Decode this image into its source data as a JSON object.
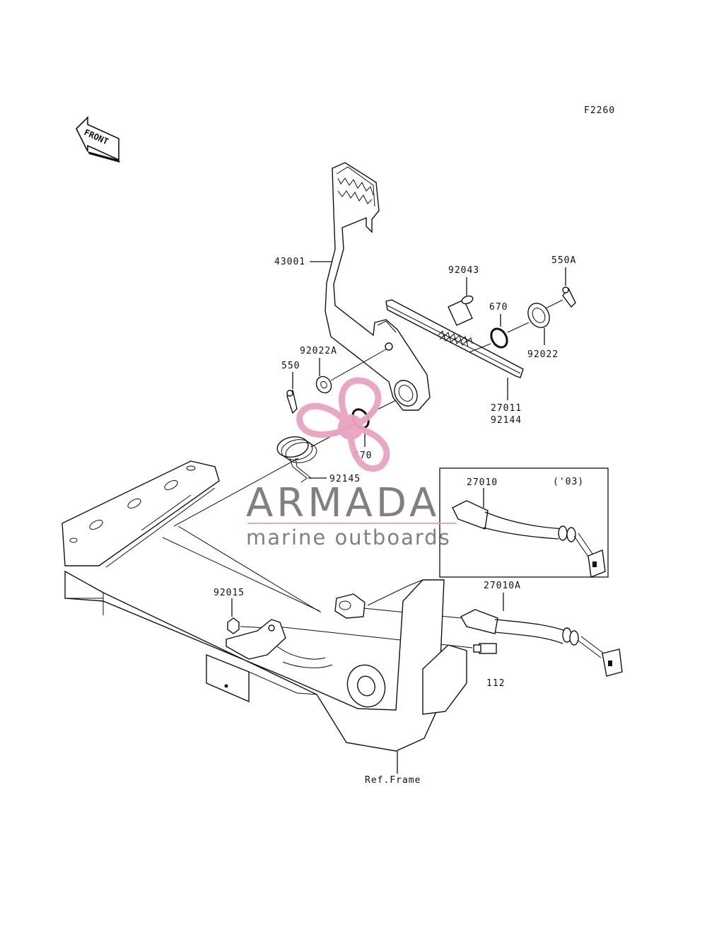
{
  "diagram_code": "F2260",
  "front_arrow": {
    "label": "FRONT",
    "icon": "front-arrow-icon"
  },
  "parts": {
    "p43001": "43001",
    "p92043": "92043",
    "p550A": "550A",
    "p670_top": "670",
    "p92022": "92022",
    "p92022A": "92022A",
    "p550": "550",
    "p27011": "27011",
    "p92144": "92144",
    "p670_bottom": "670",
    "p92145": "92145",
    "p27010": "27010",
    "p27010A": "27010A",
    "p92015": "92015",
    "p112": "112",
    "ref_frame": "Ref.Frame"
  },
  "variant_box": {
    "year": "('03)"
  },
  "watermark": {
    "brand": "ARMADA",
    "tagline": "marine outboards",
    "brand_color": "#7a7a7a",
    "accent_color": "#e9a3c0",
    "icon": "propeller-logo-icon"
  }
}
